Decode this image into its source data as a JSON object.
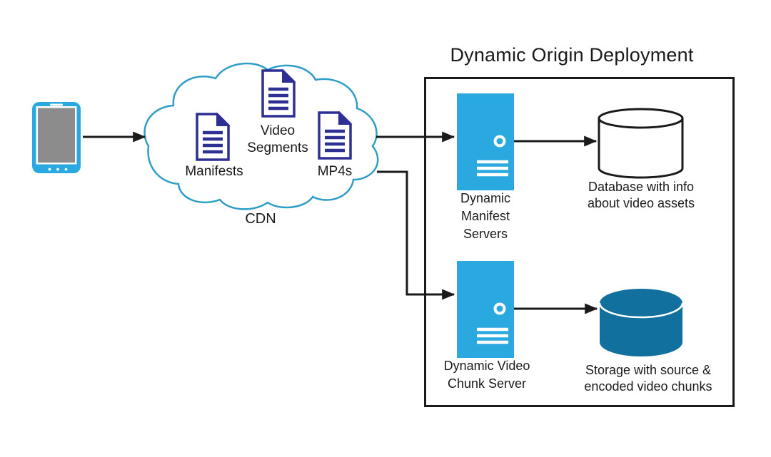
{
  "title": "Dynamic Origin Deployment",
  "client_device": {
    "type": "tablet-client"
  },
  "cdn": {
    "label": "CDN",
    "items": [
      {
        "label": "Manifests"
      },
      {
        "label": "Video\nSegments"
      },
      {
        "label": "MP4s"
      }
    ]
  },
  "origin": {
    "servers": [
      {
        "label": "Dynamic\nManifest\nServers"
      },
      {
        "label": "Dynamic Video\nChunk Server"
      }
    ],
    "datastores": [
      {
        "label": "Database with info\nabout video assets"
      },
      {
        "label": "Storage with source &\nencoded video chunks"
      }
    ]
  },
  "colors": {
    "device_blue": "#29A9E0",
    "server_blue": "#29A9E0",
    "document_navy": "#2D3092",
    "cloud_outline": "#2E9EC7",
    "storage_teal": "#12709E",
    "database_fill": "#FFFFFF",
    "line_black": "#1A1A1A"
  }
}
